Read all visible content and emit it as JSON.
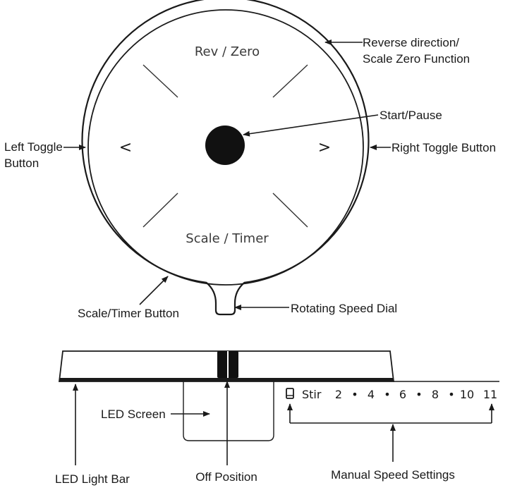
{
  "dial": {
    "top_label": "Rev / Zero",
    "bottom_label": "Scale / Timer",
    "left_symbol": "<",
    "right_symbol": ">"
  },
  "callouts": {
    "reverse_line1": "Reverse direction/",
    "reverse_line2": "Scale Zero Function",
    "start_pause": "Start/Pause",
    "left_toggle_line1": "Left Toggle",
    "left_toggle_line2": "Button",
    "right_toggle": "Right Toggle Button",
    "scale_timer_button": "Scale/Timer Button",
    "rotating_speed_dial": "Rotating Speed Dial",
    "led_screen": "LED Screen",
    "led_light_bar": "LED Light Bar",
    "off_position": "Off Position",
    "manual_speed_settings": "Manual Speed Settings"
  },
  "speed_scale": {
    "icon": "phone-icon",
    "stir": "Stir",
    "n2": "2",
    "n4": "4",
    "n6": "6",
    "n8": "8",
    "n10": "10",
    "n11": "11",
    "dot": "•"
  }
}
